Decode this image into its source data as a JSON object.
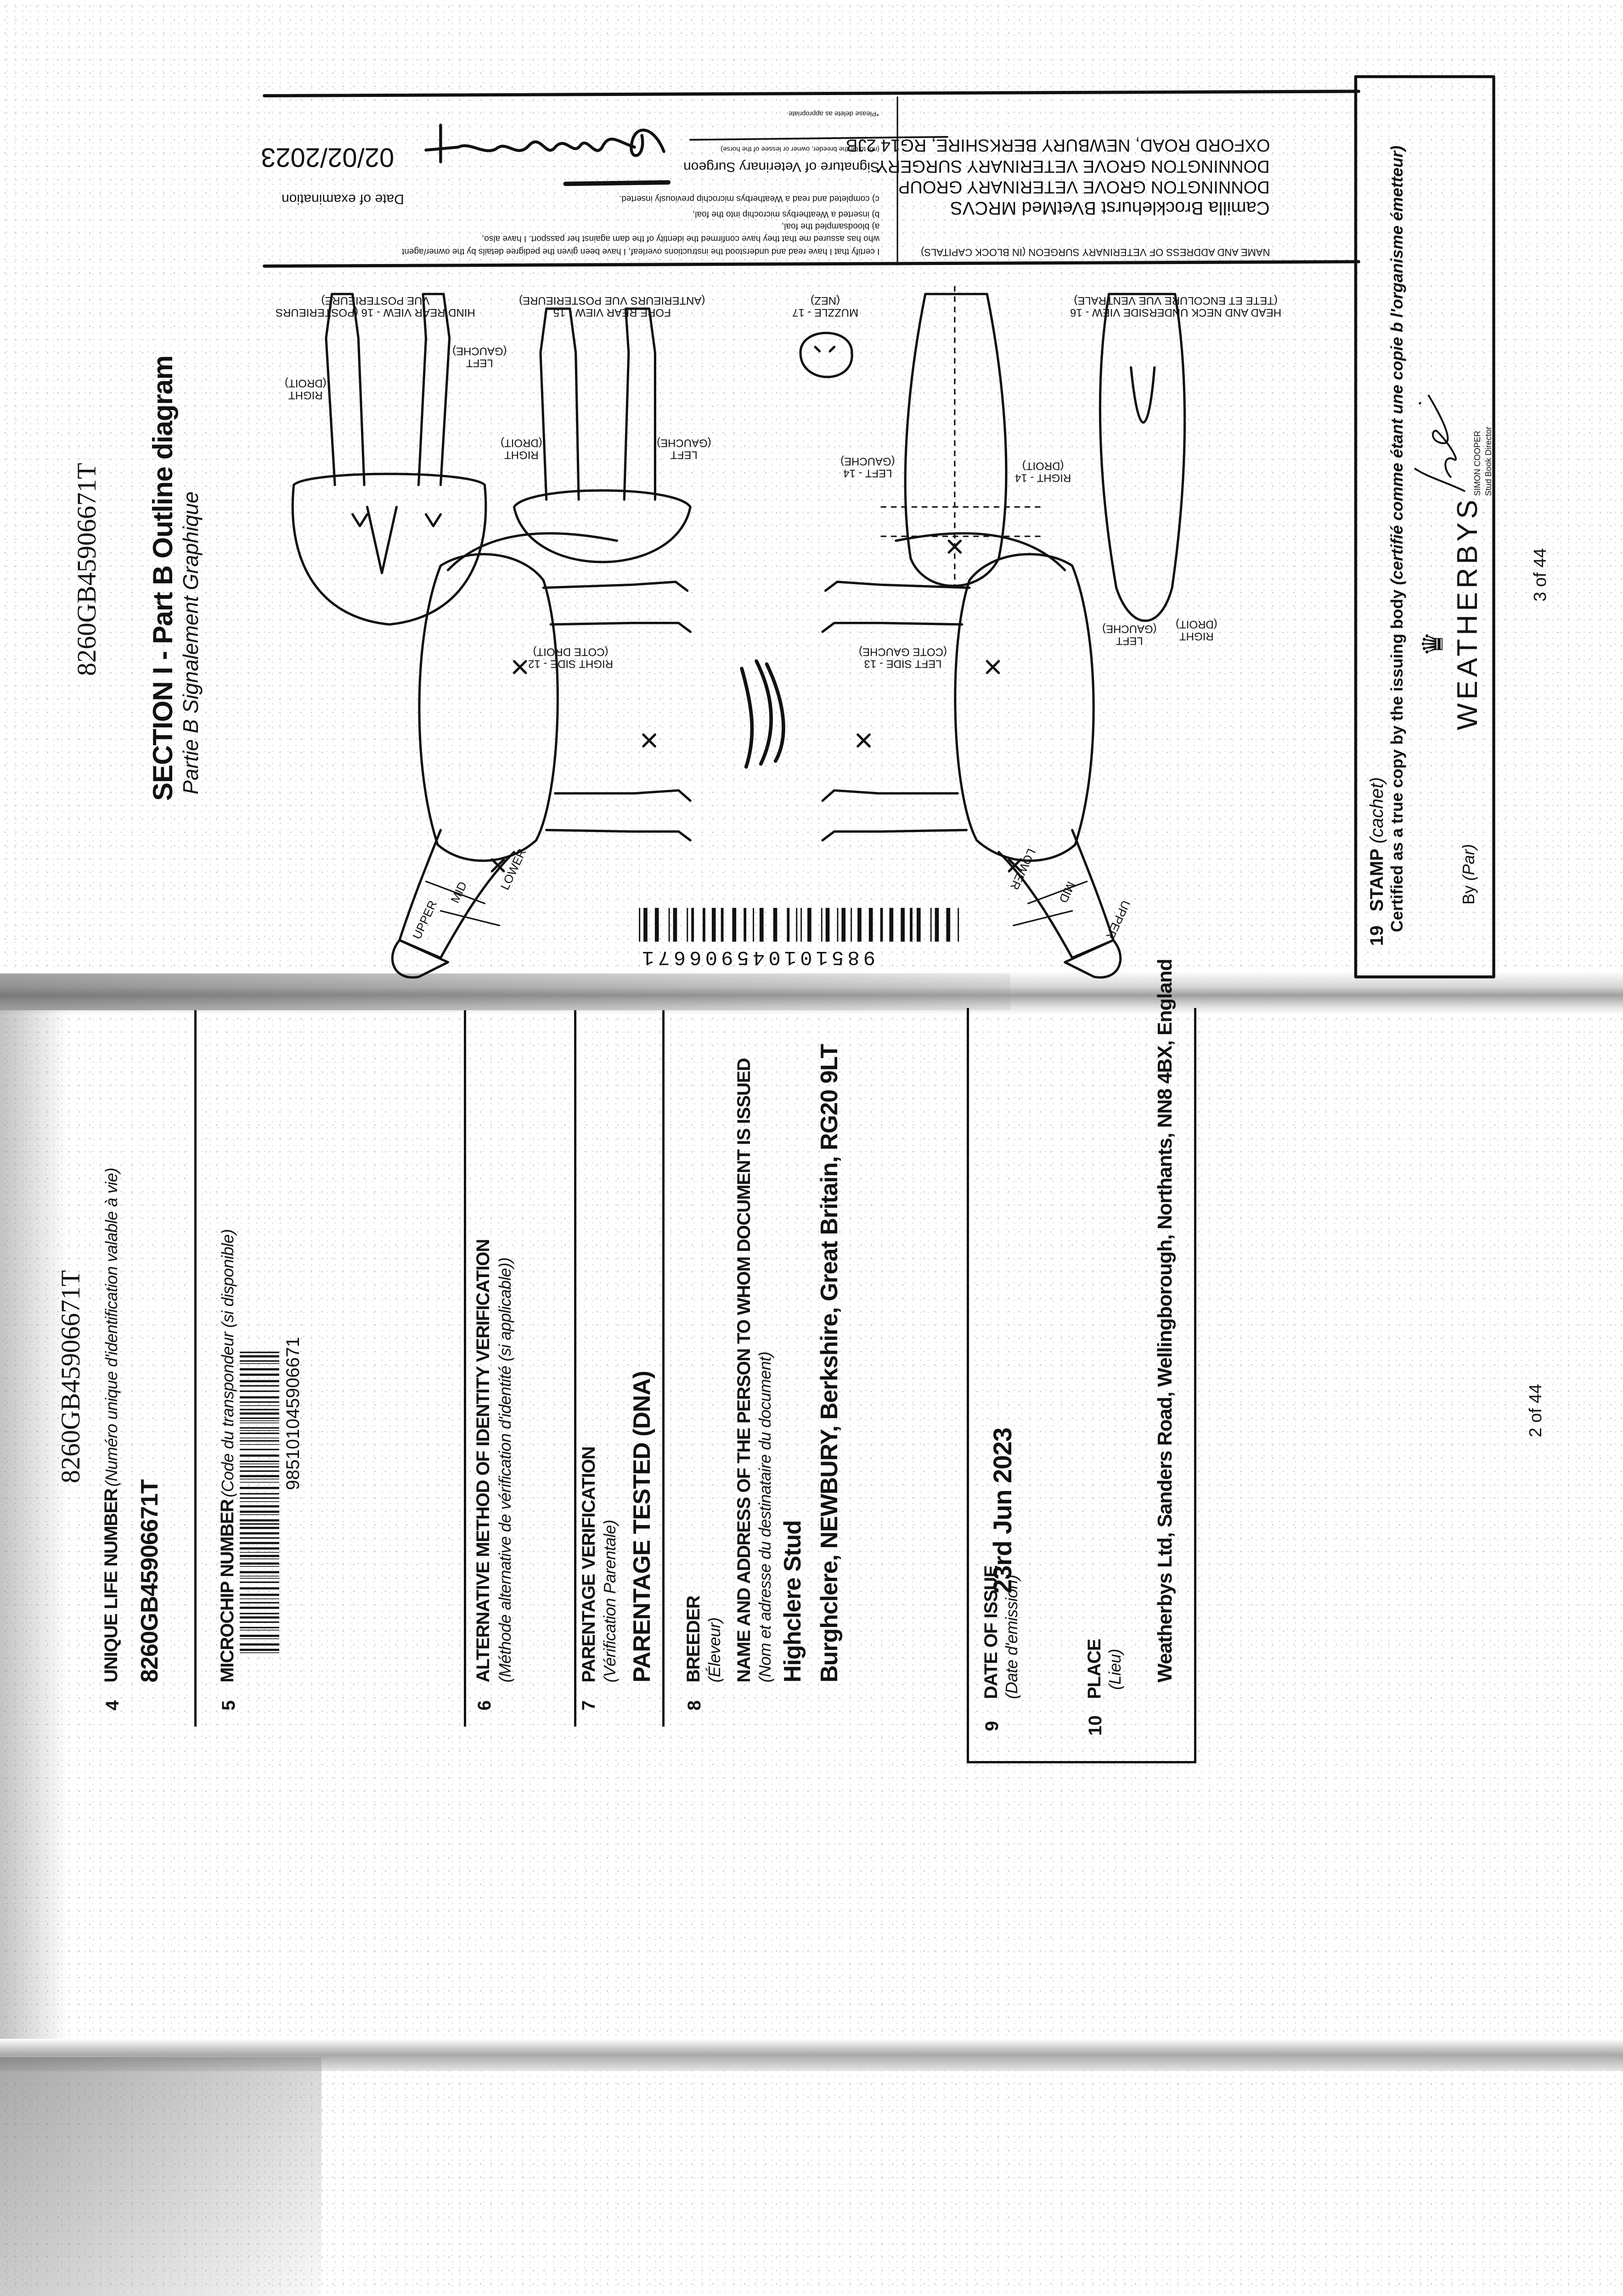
{
  "page3": {
    "header_id": "8260GB45906671T",
    "section_title": "SECTION I - Part B Outline diagram",
    "section_subtitle": "Partie B Signalement Graphique",
    "diagram_labels": {
      "hind_rear": [
        "HIND REAR VIEW - 16 (POSTERIEURS",
        "VUE POSTERIEURE)"
      ],
      "fore_rear": [
        "FORE REAR VIEW - 15",
        "(ANTERIEURS VUE POSTERIEURE)"
      ],
      "muzzle": [
        "MUZZLE - 17",
        "(NEZ)"
      ],
      "head_neck": [
        "HEAD AND NECK UNDERSIDE VIEW - 16",
        "(TETE ET ENCOLURE VUE VENTRALE)"
      ],
      "right_droit": [
        "RIGHT",
        "(DROIT)"
      ],
      "left_gauche": [
        "LEFT",
        "(GAUCHE)"
      ],
      "left_14": [
        "LEFT - 14",
        "(GAUCHE)"
      ],
      "right_14": [
        "RIGHT - 14",
        "(DROIT)"
      ],
      "right_side_12": [
        "RIGHT SIDE - 12",
        "(COTE DROIT)"
      ],
      "left_side_13": [
        "LEFT SIDE - 13",
        "(COTE GAUCHE)"
      ],
      "upper": "UPPER",
      "mid": "MID",
      "lower": "LOWER"
    },
    "vet": {
      "heading": "NAME AND ADDRESS OF VETERINARY SURGEON (IN BLOCK CAPITALS)",
      "name": "Camilla Brocklehurst BVetMed MRCVS",
      "address": [
        "DONNINGTON GROVE VETERINARY GROUP",
        "DONNINGTON GROVE VETERINARY SURGERY",
        "OXFORD ROAD, NEWBURY BERKSHIRE, RG14 2JB"
      ],
      "certify": [
        "I certify that I have read and understood the instructions overleaf, I have been given the pedigree details by the owner/agent",
        "who has assured me that they have confirmed the identity of the dam against her passport. I have also,",
        "a) bloodsampled the foal,",
        "b) inserted a Weatherbys microchip into the foal,",
        "c) completed and read a Weatherbys microchip previously inserted."
      ],
      "signature_label": "Signature of Veterinary Surgeon",
      "signature_note": "(not to be the breeder, owner or lessee of the horse)",
      "delete_note": "*Please delete as appropriate",
      "date_label": "Date of examination",
      "date_value": "02/02/2023"
    },
    "barcode_number": "985101045906671",
    "stamp": {
      "number": "19",
      "title": "STAMP",
      "title_fr": "(cachet)",
      "certified": "Certified as a true copy by the issuing body",
      "certified_fr": "(certifié comme étant une copie b l'organisme émetteur)",
      "by": "By",
      "by_fr": "(Par)",
      "logo_text": "WEATHERBYS",
      "signatory_name": "SIMON COOPER",
      "signatory_title": "Stud Book Director"
    },
    "page_number": "3 of 44"
  },
  "page2": {
    "header_id": "8260GB45906671T",
    "fields": {
      "ueln": {
        "number": "4",
        "label": "UNIQUE LIFE NUMBER",
        "label_fr": "(Numéro unique d'identification valable à vie)",
        "value": "8260GB45906671T"
      },
      "microchip": {
        "number": "5",
        "label": "MICROCHIP NUMBER",
        "label_fr": "(Code du transpondeur (si disponible)",
        "value": "985101045906671"
      },
      "alt_method": {
        "number": "6",
        "label": "ALTERNATIVE METHOD OF IDENTITY VERIFICATION",
        "label_fr": "(Méthode alternative de vérification d'identité (si applicable))"
      },
      "parentage": {
        "number": "7",
        "label": "PARENTAGE VERIFICATION",
        "label_fr": "(Vérification Parentale)",
        "value": "PARENTAGE TESTED (DNA)"
      },
      "breeder": {
        "number": "8",
        "label": "BREEDER",
        "label_fr": "(Éleveur)",
        "recipient_label": "NAME AND ADDRESS OF THE PERSON TO WHOM DOCUMENT IS ISSUED",
        "recipient_label_fr": "(Nom et adresse du destinataire du document)",
        "name": "Highclere Stud",
        "address": "Burghclere, NEWBURY, Berkshire, Great Britain, RG20 9LT"
      },
      "date_of_issue": {
        "number": "9",
        "label": "DATE OF ISSUE",
        "label_fr": "(Date d'emission)",
        "value": "23rd Jun 2023"
      },
      "place": {
        "number": "10",
        "label": "PLACE",
        "label_fr": "(Lieu)",
        "value": "Weatherbys Ltd, Sanders Road, Wellingborough, Northants, NN8 4BX, England"
      }
    },
    "page_number": "2 of 44"
  }
}
